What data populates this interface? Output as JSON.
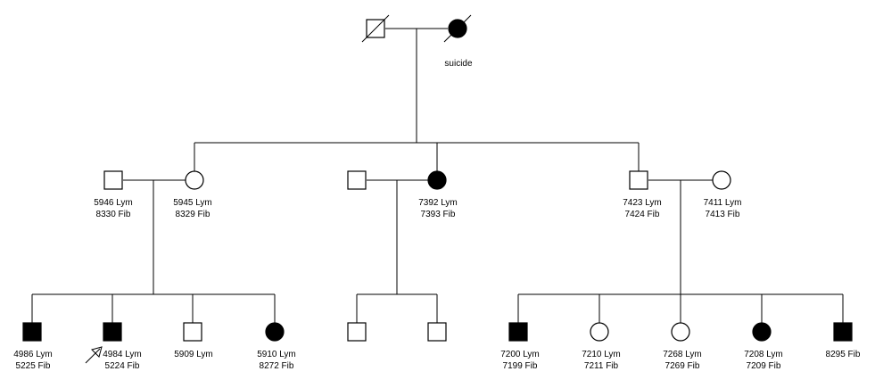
{
  "pedigree": {
    "colors": {
      "affected": "#000000",
      "unaffected": "#ffffff",
      "line": "#000000"
    },
    "gen1": {
      "father": {
        "sex": "male",
        "affected": false,
        "deceased": true,
        "labels": []
      },
      "mother": {
        "sex": "female",
        "affected": true,
        "deceased": true,
        "labels": [
          "suicide"
        ]
      }
    },
    "gen2": {
      "family_a": {
        "male": {
          "sex": "male",
          "affected": false,
          "labels": [
            "5946 Lym",
            "8330 Fib"
          ]
        },
        "female": {
          "sex": "female",
          "affected": false,
          "labels": [
            "5945 Lym",
            "8329 Fib"
          ]
        }
      },
      "family_b": {
        "male": {
          "sex": "male",
          "affected": false,
          "labels": []
        },
        "female": {
          "sex": "female",
          "affected": true,
          "labels": [
            "7392 Lym",
            "7393 Fib"
          ]
        }
      },
      "family_c": {
        "male": {
          "sex": "male",
          "affected": false,
          "labels": [
            "7423 Lym",
            "7424 Fib"
          ]
        },
        "female": {
          "sex": "female",
          "affected": false,
          "labels": [
            "7411 Lym",
            "7413 Fib"
          ]
        }
      }
    },
    "gen3": {
      "family_a": [
        {
          "sex": "male",
          "affected": true,
          "labels": [
            "4986 Lym",
            "5225 Fib"
          ]
        },
        {
          "sex": "male",
          "affected": true,
          "proband": true,
          "labels": [
            "4984 Lym",
            "5224 Fib"
          ]
        },
        {
          "sex": "male",
          "affected": false,
          "labels": [
            "5909 Lym"
          ]
        },
        {
          "sex": "female",
          "affected": true,
          "labels": [
            "5910 Lym",
            "8272 Fib"
          ]
        }
      ],
      "family_b": [
        {
          "sex": "male",
          "affected": false,
          "labels": []
        },
        {
          "sex": "male",
          "affected": false,
          "labels": []
        }
      ],
      "family_c": [
        {
          "sex": "male",
          "affected": true,
          "labels": [
            "7200 Lym",
            "7199 Fib"
          ]
        },
        {
          "sex": "female",
          "affected": false,
          "labels": [
            "7210 Lym",
            "7211 Fib"
          ]
        },
        {
          "sex": "female",
          "affected": false,
          "labels": [
            "7268 Lym",
            "7269 Fib"
          ]
        },
        {
          "sex": "female",
          "affected": true,
          "labels": [
            "7208 Lym",
            "7209 Fib"
          ]
        },
        {
          "sex": "male",
          "affected": true,
          "labels": [
            "8295 Fib"
          ]
        }
      ]
    }
  }
}
